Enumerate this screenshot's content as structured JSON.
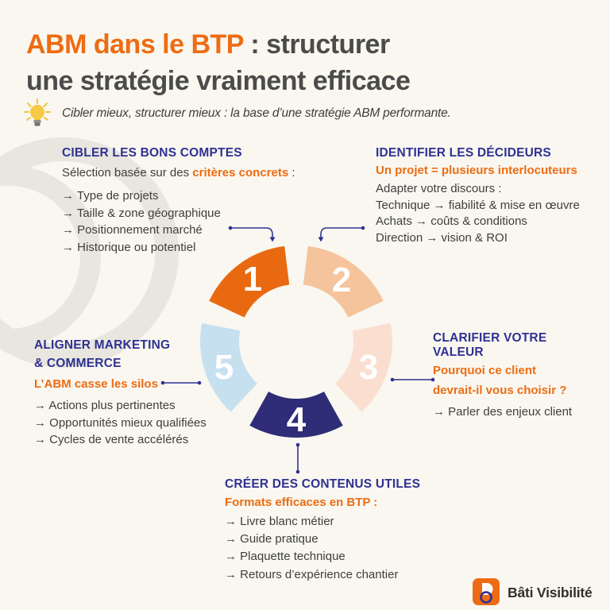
{
  "colors": {
    "bg": "#F9F7F0",
    "ring": "#E9E6DF",
    "title_ink": "#4B4B4A",
    "ink": "#3E3E3D",
    "navy": "#2E3192",
    "orange": "#ED6C13",
    "brand_ink": "#32302E"
  },
  "header": {
    "title_highlight": "ABM dans le BTP",
    "title_rest": " : structurer",
    "title_line2": "une stratégie vraiment efficace",
    "lightbulb_icon": "lightbulb-icon",
    "subtitle": "Cibler mieux, structurer mieux : la base d’une stratégie ABM performante."
  },
  "sections": [
    {
      "heading": "CIBLER LES BONS COMPTES",
      "intro_prefix": "Sélection basée sur des ",
      "intro_highlight": "critères concrets",
      "intro_suffix": " :",
      "bullets": [
        "→ Type de projets",
        "→ Taille & zone géographique",
        "→ Positionnement marché",
        "→ Historique ou potentiel"
      ]
    },
    {
      "heading": "IDENTIFIER LES DÉCIDEURS",
      "highlight": "Un projet = plusieurs interlocuteurs",
      "lines": [
        "Adapter votre discours :",
        "Technique → fiabilité & mise en œuvre",
        "Achats → coûts & conditions",
        "Direction → vision & ROI"
      ]
    },
    {
      "heading": "CLARIFIER VOTRE VALEUR",
      "highlight_line1": "Pourquoi ce client",
      "highlight_line2": "devrait-il vous choisir ?",
      "bullets": [
        "→ Parler des enjeux client"
      ]
    },
    {
      "heading": "CRÉER DES CONTENUS UTILES",
      "highlight": "Formats efficaces en BTP :",
      "bullets": [
        "→ Livre blanc métier",
        "→ Guide pratique",
        "→ Plaquette technique",
        "→ Retours d’expérience chantier"
      ]
    },
    {
      "heading_line1": "ALIGNER MARKETING",
      "heading_line2": "& COMMERCE",
      "highlight": "L’ABM casse les silos",
      "bullets": [
        "→ Actions plus pertinentes",
        "→ Opportunités mieux qualifiées",
        "→ Cycles de vente accélérés"
      ]
    }
  ],
  "wheel": {
    "segments": [
      {
        "number": "1",
        "color": "#E8690F"
      },
      {
        "number": "2",
        "color": "#F5C49D"
      },
      {
        "number": "3",
        "color": "#FADFD0"
      },
      {
        "number": "4",
        "color": "#2F2D77"
      },
      {
        "number": "5",
        "color": "#C6E0F0"
      }
    ]
  },
  "footer": {
    "logo_icon": "bati-visibilite-logo",
    "brand": "Bâti Visibilité"
  }
}
